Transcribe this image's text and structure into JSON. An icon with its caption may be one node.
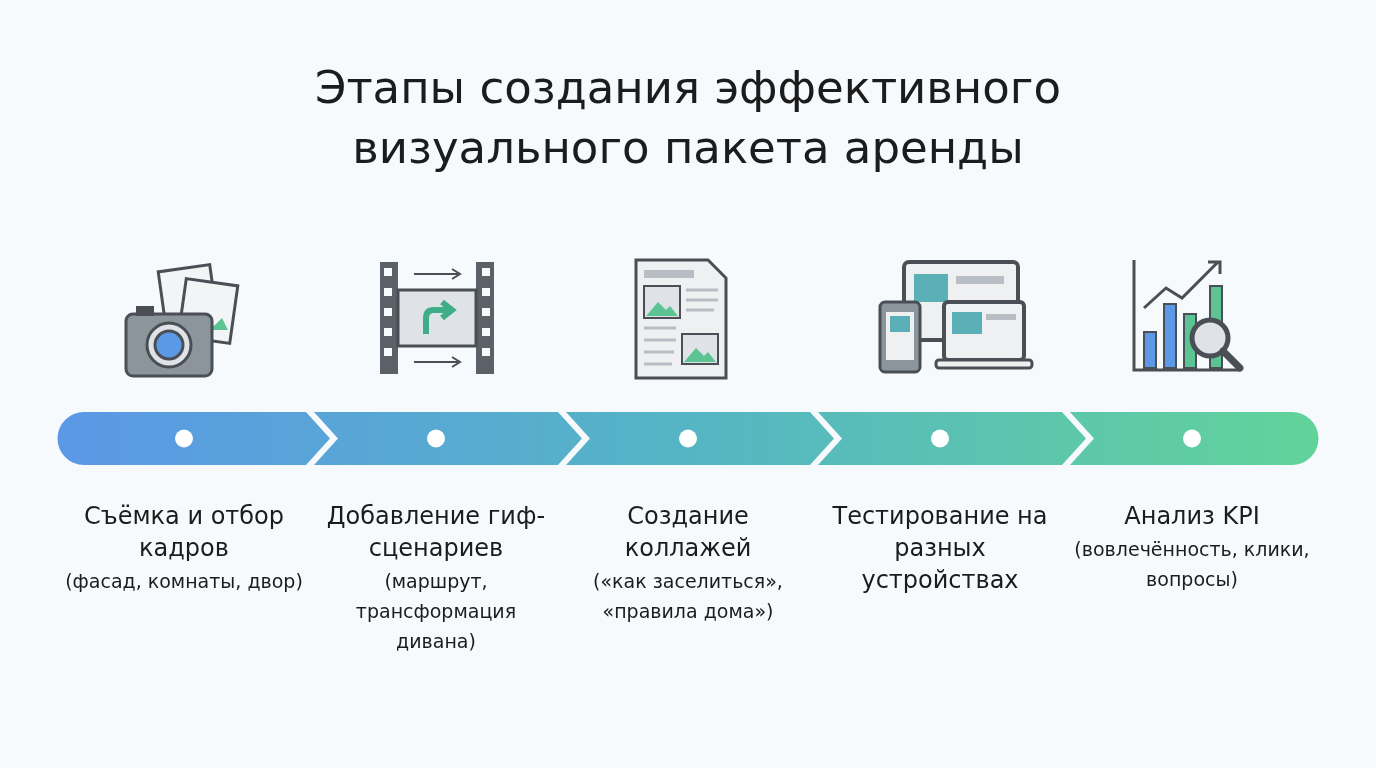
{
  "diagram": {
    "title": "Этапы создания эффективного визуального пакета аренды",
    "nodes": [
      {
        "text": [
          "Съёмка и отбор кадров",
          "(фасад, комнаты, двор)"
        ]
      },
      {
        "text": [
          "Добавление гиф-сценариев",
          "(маршрут, трансформация дивана)"
        ]
      },
      {
        "text": [
          "Создание коллажей",
          "(«как заселиться», «правила дома»)"
        ]
      },
      {
        "text": [
          "Тестирование на разных устройствах"
        ]
      },
      {
        "text": [
          "Анализ KPI",
          "(вовлечённость, клики, вопросы)"
        ]
      }
    ]
  }
}
